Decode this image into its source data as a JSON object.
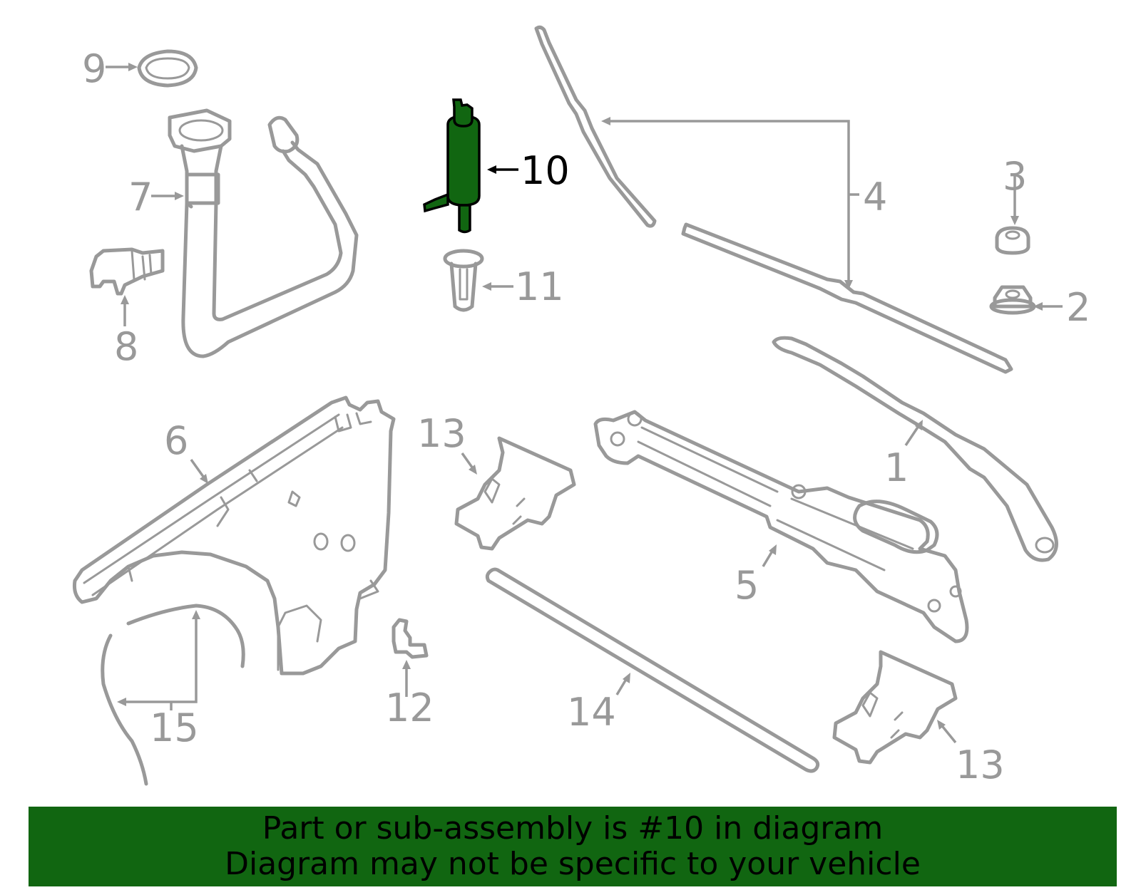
{
  "diagram": {
    "callouts": {
      "c1": "1",
      "c2": "2",
      "c3": "3",
      "c4": "4",
      "c5": "5",
      "c6": "6",
      "c7": "7",
      "c8": "8",
      "c9": "9",
      "c10": "10",
      "c11": "11",
      "c12": "12",
      "c13a": "13",
      "c13b": "13",
      "c14": "14",
      "c15": "15"
    },
    "highlight_part": "10"
  },
  "banner": {
    "line1": "Part or sub-assembly is #10 in diagram",
    "line2": "Diagram may not be specific to your vehicle"
  },
  "colors": {
    "banner_bg": "#116611",
    "highlight_fill": "#116611",
    "part_stroke": "#999999",
    "text_dark": "#000000"
  }
}
